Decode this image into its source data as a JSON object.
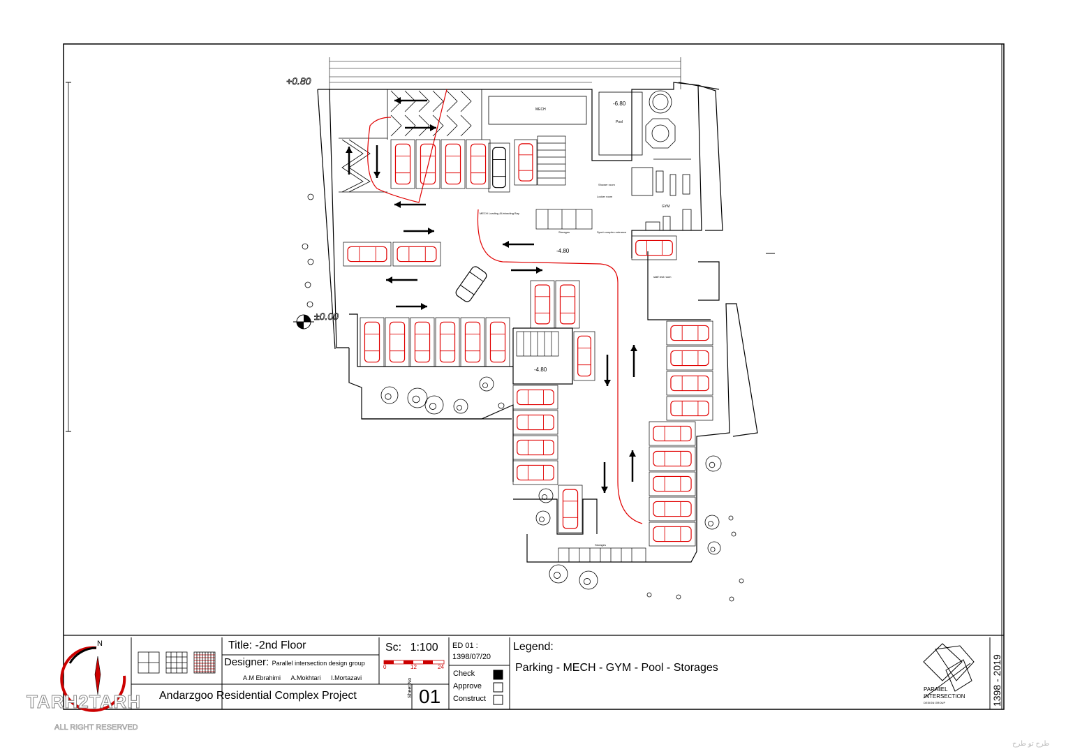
{
  "plan": {
    "level_top": "+0.80",
    "level_left": "±0.00",
    "level_pool": "-6.80",
    "pool_label": "Pool",
    "level_center": "-4.80",
    "level_stair": "-4.80",
    "mech_label": "MECH",
    "loading_bay_label": "MECH Loading &Unloading Bay",
    "storages_label_top": "Storages",
    "storages_label_bottom": "Storages",
    "sport_entrance_label": "Sport complex entrance",
    "gym_label": "GYM",
    "shower_label": "Shower room",
    "locker_label": "Locker room",
    "staff_rest_label": "staff rest room"
  },
  "title_block": {
    "title_prefix": "Title:",
    "title": "-2nd Floor",
    "scale_prefix": "Sc:",
    "scale": "1:100",
    "scale_ticks": [
      "0",
      "12",
      "24"
    ],
    "edition": "ED 01 :",
    "edition_date": "1398/07/20",
    "designer_prefix": "Designer:",
    "designer": "Parallel intersection design group",
    "names": [
      "A.M Ebrahimi",
      "A.Mokhtari",
      "I.Mortazavi"
    ],
    "project": "Andarzgoo Residential Complex Project",
    "sheet_label": "Sheet No",
    "sheet_no": "01",
    "status": [
      {
        "label": "Check",
        "checked": true
      },
      {
        "label": "Approve",
        "checked": false
      },
      {
        "label": "Construct",
        "checked": false
      }
    ],
    "legend_title": "Legend:",
    "legend_text": "Parking - MECH - GYM - Pool - Storages",
    "logo_line1": "PARAllEL",
    "logo_line2": "INTERSECTION",
    "logo_line3": "DESIGN GROUP",
    "years": "1398 - 2019",
    "north": "N"
  },
  "watermark": {
    "brand": "TARH2TARH",
    "rights": "ALL RIGHT RESERVED",
    "corner_text": "طرح تو طرح"
  }
}
